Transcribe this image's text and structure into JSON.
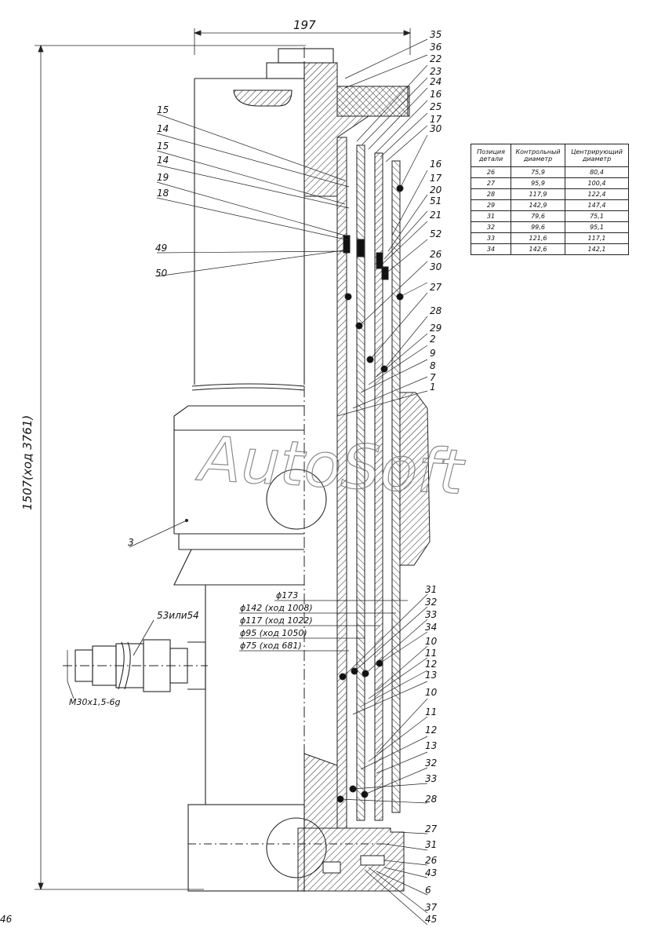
{
  "dimensions": {
    "width_label": "197",
    "height_label": "1507(ход 3761)",
    "thread_label": "M30x1,5-6g"
  },
  "diameters": [
    "ϕ173",
    "ϕ142 (ход 1008)",
    "ϕ117 (ход 1022)",
    "ϕ95 (ход 1050)",
    "ϕ75 (ход 681)"
  ],
  "callouts_left": [
    "15",
    "14",
    "15",
    "14",
    "19",
    "18",
    "49",
    "50",
    "3",
    "53или54"
  ],
  "callouts_right_top": [
    "35",
    "36",
    "22",
    "23",
    "24",
    "16",
    "25",
    "17",
    "30",
    "16",
    "17",
    "20",
    "51",
    "21",
    "52",
    "26",
    "30",
    "27",
    "28",
    "29",
    "2",
    "9",
    "8",
    "7",
    "1"
  ],
  "callouts_right_bottom": [
    "31",
    "32",
    "33",
    "34",
    "10",
    "11",
    "12",
    "13",
    "10",
    "11",
    "12",
    "13",
    "32",
    "33",
    "28",
    "27",
    "31",
    "26",
    "43",
    "6",
    "37",
    "45",
    "46"
  ],
  "watermark": "AutoSoft",
  "table": {
    "headers": [
      "Позиция детали",
      "Контрольный диаметр",
      "Центрирующий диаметр"
    ],
    "rows": [
      [
        "26",
        "75,9",
        "80,4"
      ],
      [
        "27",
        "95,9",
        "100,4"
      ],
      [
        "28",
        "117,9",
        "122,4"
      ],
      [
        "29",
        "142,9",
        "147,4"
      ],
      [
        "31",
        "79,6",
        "75,1"
      ],
      [
        "32",
        "99,6",
        "95,1"
      ],
      [
        "33",
        "121,6",
        "117,1"
      ],
      [
        "34",
        "142,6",
        "142,1"
      ]
    ]
  }
}
